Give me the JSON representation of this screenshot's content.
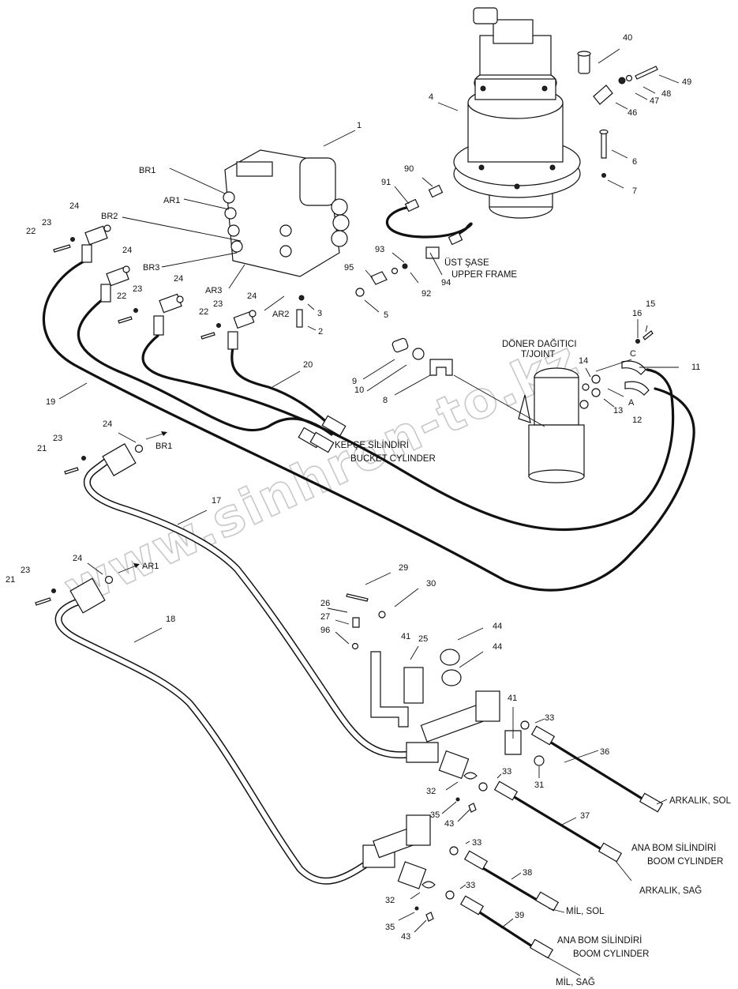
{
  "diagram": {
    "watermark": "www.sinhron-to.kz",
    "part_numbers": {
      "p1": "1",
      "p2": "2",
      "p3": "3",
      "p4": "4",
      "p5": "5",
      "p6": "6",
      "p7": "7",
      "p8": "8",
      "p9": "9",
      "p10": "10",
      "p11": "11",
      "p12": "12",
      "p13": "13",
      "p14": "14",
      "p15": "15",
      "p16": "16",
      "p17": "17",
      "p18": "18",
      "p19": "19",
      "p20": "20",
      "p21a": "21",
      "p21b": "21",
      "p22a": "22",
      "p22b": "22",
      "p22c": "22",
      "p23a": "23",
      "p23b": "23",
      "p23c": "23",
      "p23d": "23",
      "p23e": "23",
      "p24a": "24",
      "p24b": "24",
      "p24c": "24",
      "p24d": "24",
      "p24e": "24",
      "p24f": "24",
      "p25": "25",
      "p26": "26",
      "p27": "27",
      "p29": "29",
      "p30": "30",
      "p31": "31",
      "p32a": "32",
      "p32b": "32",
      "p33a": "33",
      "p33b": "33",
      "p33c": "33",
      "p33d": "33",
      "p35a": "35",
      "p35b": "35",
      "p36": "36",
      "p37": "37",
      "p38": "38",
      "p39": "39",
      "p40": "40",
      "p41a": "41",
      "p41b": "41",
      "p43a": "43",
      "p43b": "43",
      "p44a": "44",
      "p44b": "44",
      "p46": "46",
      "p47": "47",
      "p48": "48",
      "p49": "49",
      "p90": "90",
      "p91": "91",
      "p92": "92",
      "p93": "93",
      "p94": "94",
      "p95": "95",
      "p96": "96"
    },
    "ports": {
      "br1_top": "BR1",
      "ar1_top": "AR1",
      "br2": "BR2",
      "br3": "BR3",
      "ar3": "AR3",
      "ar2": "AR2",
      "br1_arrow": "BR1",
      "ar1_arrow": "AR1",
      "c": "C",
      "a": "A"
    },
    "notes": {
      "upper_frame_tr": "ÜST ŞASE",
      "upper_frame_en": "UPPER FRAME",
      "joint_tr": "DÖNER DAĞITICI",
      "joint_en": "T/JOINT",
      "bucket_tr": "KEPÇE SİLİNDİRİ",
      "bucket_en": "BUCKET CYLINDER",
      "arkalik_sol": "ARKALIK, SOL",
      "boom_tr_1": "ANA BOM SİLİNDİRİ",
      "boom_en_1": "BOOM CYLINDER",
      "arkalik_sag": "ARKALIK, SAĞ",
      "mil_sol": "MİL, SOL",
      "boom_tr_2": "ANA BOM SİLİNDİRİ",
      "boom_en_2": "BOOM CYLINDER",
      "mil_sag": "MİL, SAĞ"
    }
  }
}
